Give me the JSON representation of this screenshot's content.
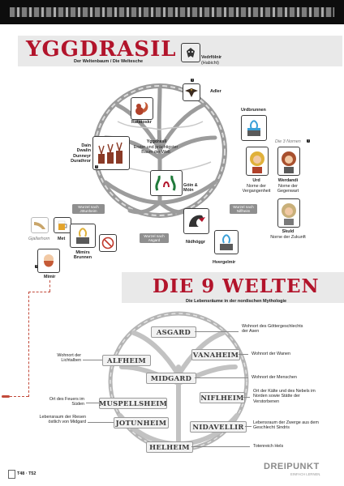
{
  "header": {
    "title": "YGGDRASIL",
    "subtitle": "Der Weltenbaum / Die Weltesche"
  },
  "tree_items": {
    "vedrfolnir": {
      "name": "Vedrfölnir",
      "note": "(Habicht)"
    },
    "adler": {
      "name": "Adler"
    },
    "ratatoskr": {
      "name": "Ratatoskr"
    },
    "urdbrunnen": {
      "name": "Urdbrunnen"
    },
    "deer": {
      "names": [
        "Dain",
        "Dwalin",
        "Dunneyr",
        "Durathror"
      ]
    },
    "yggdrasil": {
      "name": "Yggdrasil",
      "desc": "Erster und prächtigster Baum der Welt"
    },
    "goin": {
      "name": "Góin & Móin"
    },
    "nornen": {
      "title": "Die 3 Nornen",
      "urd": {
        "name": "Urd",
        "desc": "Norne der Vergangenheit"
      },
      "werdandi": {
        "name": "Werdandi",
        "desc": "Norne der Gegenwart"
      },
      "skuld": {
        "name": "Skuld",
        "desc": "Norne der Zukunft"
      }
    },
    "roots": {
      "jotunheim": "Wurzel nach Jötunheim",
      "nifheim": "Wurzel nach Niflheim",
      "asgard": "Wurzel nach Asgard"
    },
    "gjallarhorn": "Gjallarhorn",
    "met": "Met",
    "mimirs_brunnen": "Mimirs Brunnen",
    "mimir": "Mimir",
    "nidhoggr": "Nidhöggr",
    "hvergelmir": "Hvergelmir"
  },
  "worlds_header": {
    "title": "DIE 9 WELTEN",
    "subtitle": "Die Lebensräume in der nordischen Mythologie"
  },
  "worlds": {
    "asgard": {
      "name": "ASGARD",
      "desc": "Wohnort des Göttergeschlechts der Asen"
    },
    "vanaheim": {
      "name": "VANAHEIM",
      "desc": "Wohnort der Wanen"
    },
    "alfheim": {
      "name": "ALFHEIM",
      "desc": "Wohnort der Lichtalben"
    },
    "midgard": {
      "name": "MIDGARD",
      "desc": "Wohnort der Menschen"
    },
    "muspellsheim": {
      "name": "MUSPELLSHEIM",
      "desc": "Ort des Feuers im Süden"
    },
    "niflheim": {
      "name": "NIFLHEIM",
      "desc": "Ort der Kälte und des Nebels im Norden sowie Stätte der Verstorbenen"
    },
    "jotunheim": {
      "name": "JOTUNHEIM",
      "desc": "Lebensraum der Riesen östlich von Midgard"
    },
    "nidavellir": {
      "name": "NIDAVELLIR",
      "desc": "Lebensraum der Zwerge aus dem Geschlecht Sindris"
    },
    "helheim": {
      "name": "HELHEIM",
      "desc": "Totenreich Hels"
    }
  },
  "footer": {
    "pages": "T48 · T52",
    "brand": "DREIPUNKT",
    "tagline": "EINFACH LERNEN."
  },
  "colors": {
    "accent": "#b2142b",
    "banner": "#e9e9e9",
    "dash": "#c24a3a"
  }
}
